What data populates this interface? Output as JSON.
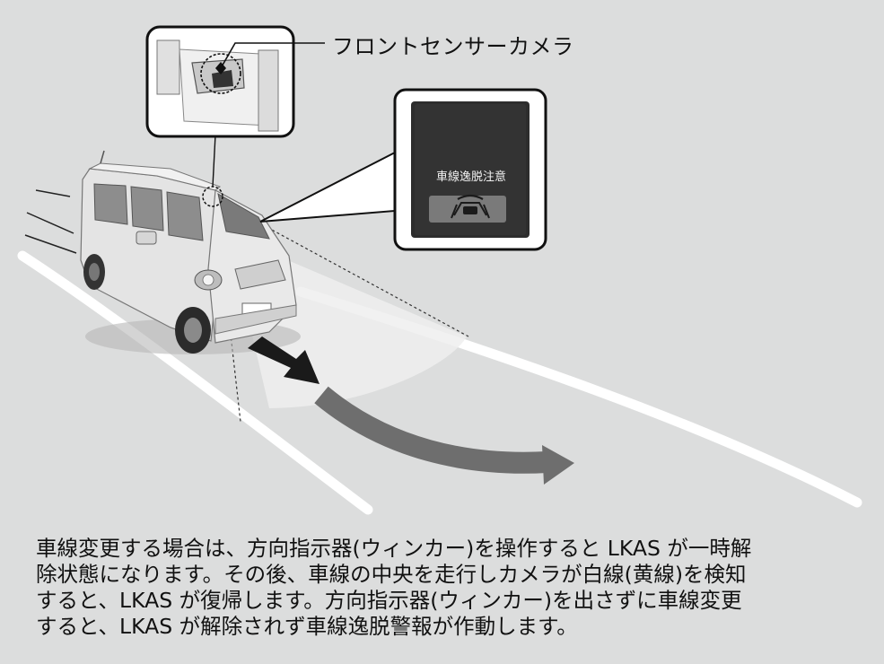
{
  "callout": {
    "label": "フロントセンサーカメラ"
  },
  "indicator_panel": {
    "title": "車線逸脱注意",
    "icon": "lane-departure-warning-icon"
  },
  "description": {
    "lines": [
      "車線変更する場合は、方向指示器(ウィンカー)を操作すると LKAS が一時解",
      "除状態になります。その後、車線の中央を走行しカメラが白線(黄線)を検知",
      "すると、LKAS が復帰します。方向指示器(ウィンカー)を出さずに車線変更",
      "すると、LKAS が解除されず車線逸脱警報が作動します。"
    ]
  }
}
